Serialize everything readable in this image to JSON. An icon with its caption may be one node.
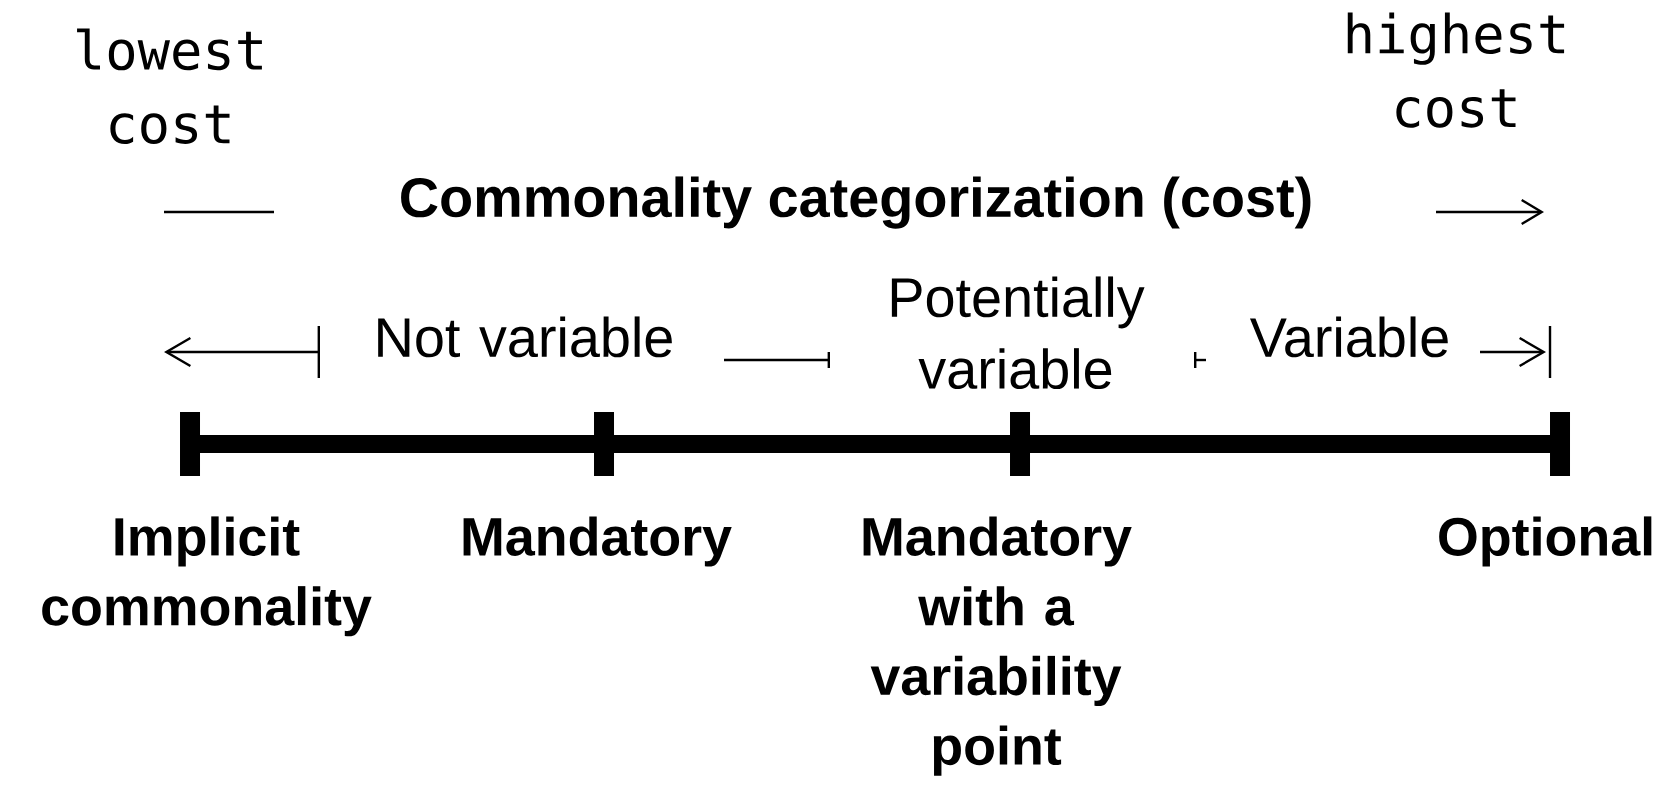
{
  "diagram": {
    "title": "Commonality categorization (cost)",
    "labels": [
      "lowest cost",
      "highest cost",
      "Not variable",
      "Potentially variable",
      "Variable",
      "Implicit commonality",
      "Mandatory",
      "Mandatory with a variability point",
      "Optional"
    ]
  }
}
